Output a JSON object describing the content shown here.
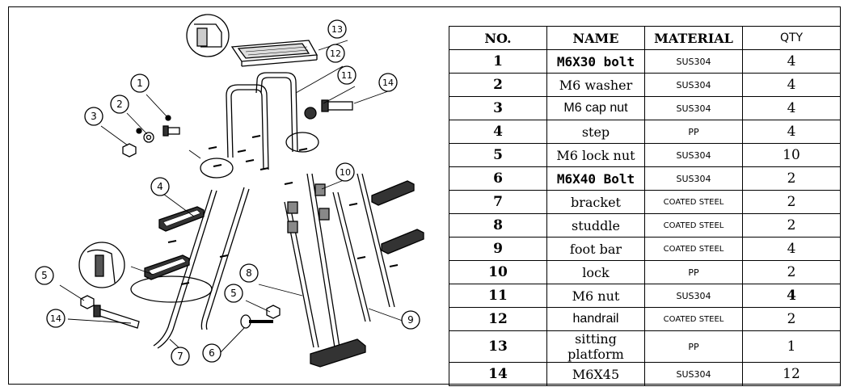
{
  "table": {
    "headers": {
      "no": "NO.",
      "name": "NAME",
      "material": "MATERIAL",
      "qty": "QTY"
    },
    "rows": [
      {
        "no": "1",
        "name": "M6X30 bolt",
        "material": "SUS304",
        "qty": "4"
      },
      {
        "no": "2",
        "name": "M6 washer",
        "material": "SUS304",
        "qty": "4"
      },
      {
        "no": "3",
        "name": "M6 cap nut",
        "material": "SUS304",
        "qty": "4"
      },
      {
        "no": "4",
        "name": "step",
        "material": "PP",
        "qty": "4"
      },
      {
        "no": "5",
        "name": "M6 lock nut",
        "material": "SUS304",
        "qty": "10"
      },
      {
        "no": "6",
        "name": "M6X40 Bolt",
        "material": "SUS304",
        "qty": "2"
      },
      {
        "no": "7",
        "name": "bracket",
        "material": "COATED STEEL",
        "qty": "2"
      },
      {
        "no": "8",
        "name": "studdle",
        "material": "COATED STEEL",
        "qty": "2"
      },
      {
        "no": "9",
        "name": "foot bar",
        "material": "COATED STEEL",
        "qty": "4"
      },
      {
        "no": "10",
        "name": "lock",
        "material": "PP",
        "qty": "2"
      },
      {
        "no": "11",
        "name": "M6 nut",
        "material": "SUS304",
        "qty": "4"
      },
      {
        "no": "12",
        "name": "handrail",
        "material": "COATED STEEL",
        "qty": "2"
      },
      {
        "no": "13",
        "name": "sitting platform",
        "material": "PP",
        "qty": "1"
      },
      {
        "no": "14",
        "name": "M6X45",
        "material": "SUS304",
        "qty": "12"
      }
    ]
  },
  "callouts": [
    "1",
    "2",
    "3",
    "4",
    "5",
    "5",
    "6",
    "7",
    "8",
    "9",
    "10",
    "11",
    "12",
    "13",
    "14",
    "14"
  ]
}
